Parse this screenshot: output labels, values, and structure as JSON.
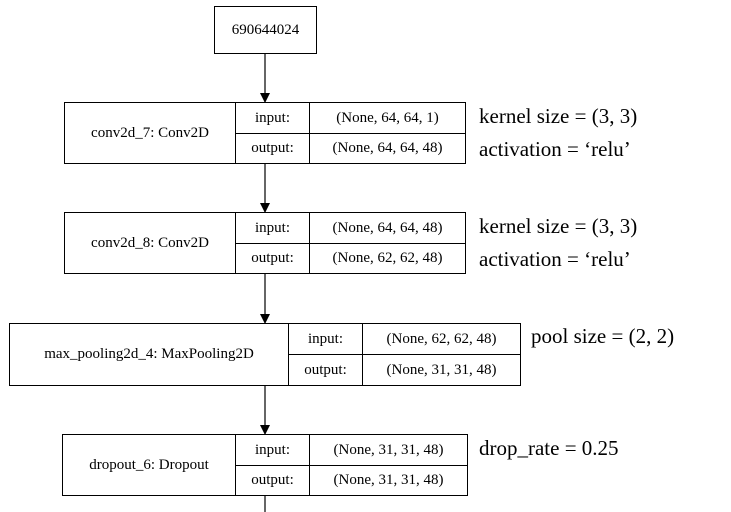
{
  "input_node": {
    "label": "690644024"
  },
  "layers": [
    {
      "name": "conv2d_7: Conv2D",
      "input_label": "input:",
      "input_shape": "(None, 64, 64, 1)",
      "output_label": "output:",
      "output_shape": "(None, 64, 64, 48)",
      "notes": [
        "kernel size = (3, 3)",
        "activation = ‘relu’"
      ]
    },
    {
      "name": "conv2d_8: Conv2D",
      "input_label": "input:",
      "input_shape": "(None, 64, 64, 48)",
      "output_label": "output:",
      "output_shape": "(None, 62, 62, 48)",
      "notes": [
        "kernel size = (3, 3)",
        "activation = ‘relu’"
      ]
    },
    {
      "name": "max_pooling2d_4: MaxPooling2D",
      "input_label": "input:",
      "input_shape": "(None, 62, 62, 48)",
      "output_label": "output:",
      "output_shape": "(None, 31, 31, 48)",
      "notes": [
        "pool size = (2, 2)"
      ]
    },
    {
      "name": "dropout_6: Dropout",
      "input_label": "input:",
      "input_shape": "(None, 31, 31, 48)",
      "output_label": "output:",
      "output_shape": "(None, 31, 31, 48)",
      "notes": [
        "drop_rate = 0.25"
      ]
    }
  ]
}
